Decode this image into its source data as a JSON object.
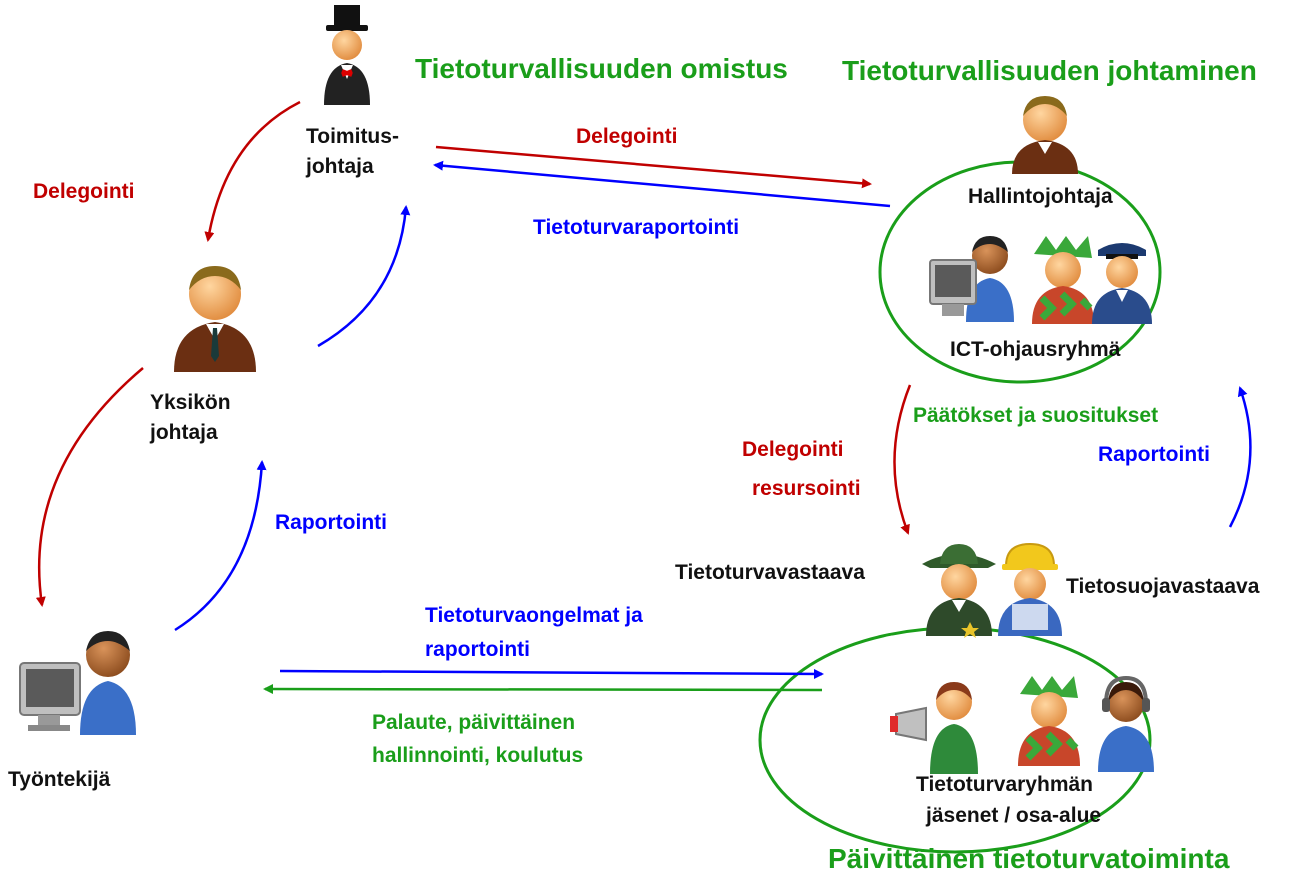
{
  "colors": {
    "red": "#c00000",
    "blue": "#0000ff",
    "green": "#1a9e1a",
    "text": "#111111"
  },
  "titles": {
    "ownership": "Tietoturvallisuuden omistus",
    "management": "Tietoturvallisuuden johtaminen",
    "daily": "Päivittäinen tietoturvatoiminta"
  },
  "roles": {
    "ceo_line1": "Toimitus-",
    "ceo_line2": "johtaja",
    "unit_line1": "Yksikön",
    "unit_line2": "johtaja",
    "employee": "Työntekijä",
    "admin_director": "Hallintojohtaja",
    "ict_group": "ICT-ohjausryhmä",
    "security_officer": "Tietoturvavastaava",
    "privacy_officer": "Tietosuojavastaava",
    "team_line1": "Tietoturvaryhmän",
    "team_line2": "jäsenet / osa-alue"
  },
  "flows": {
    "delegation_top": "Delegointi",
    "delegation_left": "Delegointi",
    "security_reporting": "Tietoturvaraportointi",
    "reporting_left": "Raportointi",
    "decisions": "Päätökset ja suositukset",
    "reporting_right": "Raportointi",
    "delegation_resourcing_1": "Delegointi",
    "delegation_resourcing_2": "resursointi",
    "problems_1": "Tietoturvaongelmat ja",
    "problems_2": "raportointi",
    "feedback_1": "Palaute, päivittäinen",
    "feedback_2": "hallinnointi, koulutus"
  },
  "icons": [
    "top-hat-executive-icon",
    "manager-icon",
    "employee-computer-icon",
    "director-icon",
    "computer-user-icon",
    "jester-icon",
    "pilot-icon",
    "ranger-icon",
    "construction-worker-icon",
    "megaphone-person-icon",
    "headset-operator-icon"
  ]
}
